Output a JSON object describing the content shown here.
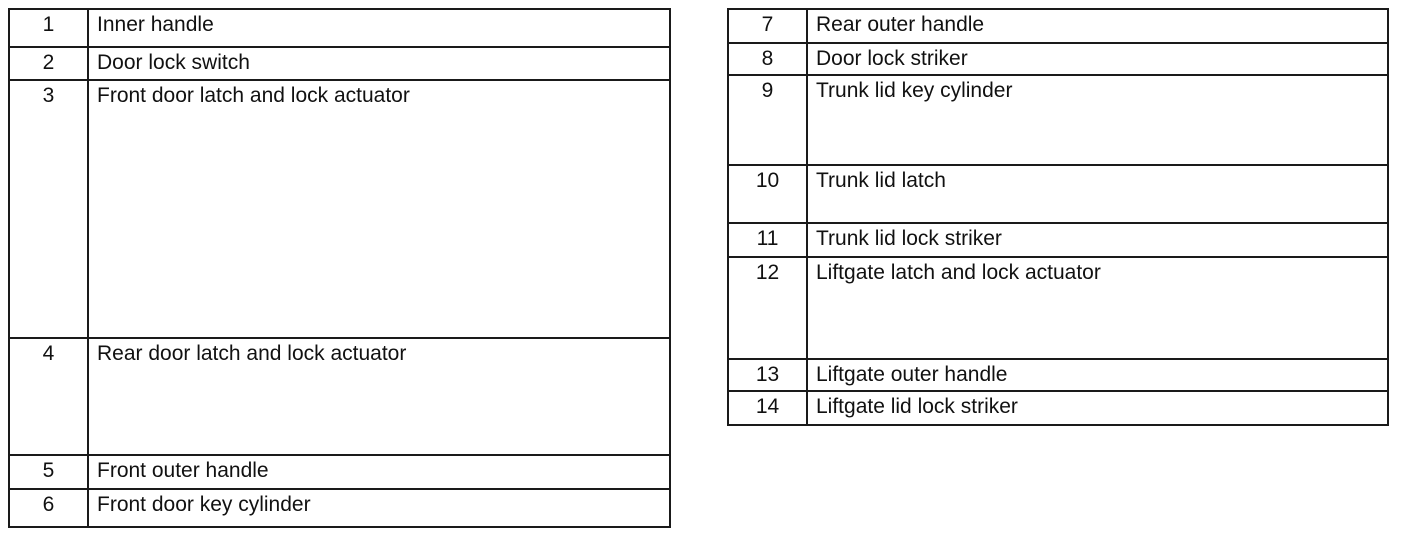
{
  "left_table": {
    "rows": [
      {
        "number": "1",
        "label": "Inner handle"
      },
      {
        "number": "2",
        "label": "Door lock switch"
      },
      {
        "number": "3",
        "label": "Front door latch and lock actuator"
      },
      {
        "number": "4",
        "label": "Rear door latch and lock actuator"
      },
      {
        "number": "5",
        "label": "Front outer handle"
      },
      {
        "number": "6",
        "label": "Front door key cylinder"
      }
    ]
  },
  "right_table": {
    "rows": [
      {
        "number": "7",
        "label": "Rear outer handle"
      },
      {
        "number": "8",
        "label": "Door lock striker"
      },
      {
        "number": "9",
        "label": "Trunk lid key cylinder"
      },
      {
        "number": "10",
        "label": "Trunk lid latch"
      },
      {
        "number": "11",
        "label": "Trunk lid lock striker"
      },
      {
        "number": "12",
        "label": "Liftgate latch and lock actuator"
      },
      {
        "number": "13",
        "label": "Liftgate outer handle"
      },
      {
        "number": "14",
        "label": "Liftgate lid lock striker"
      }
    ]
  }
}
